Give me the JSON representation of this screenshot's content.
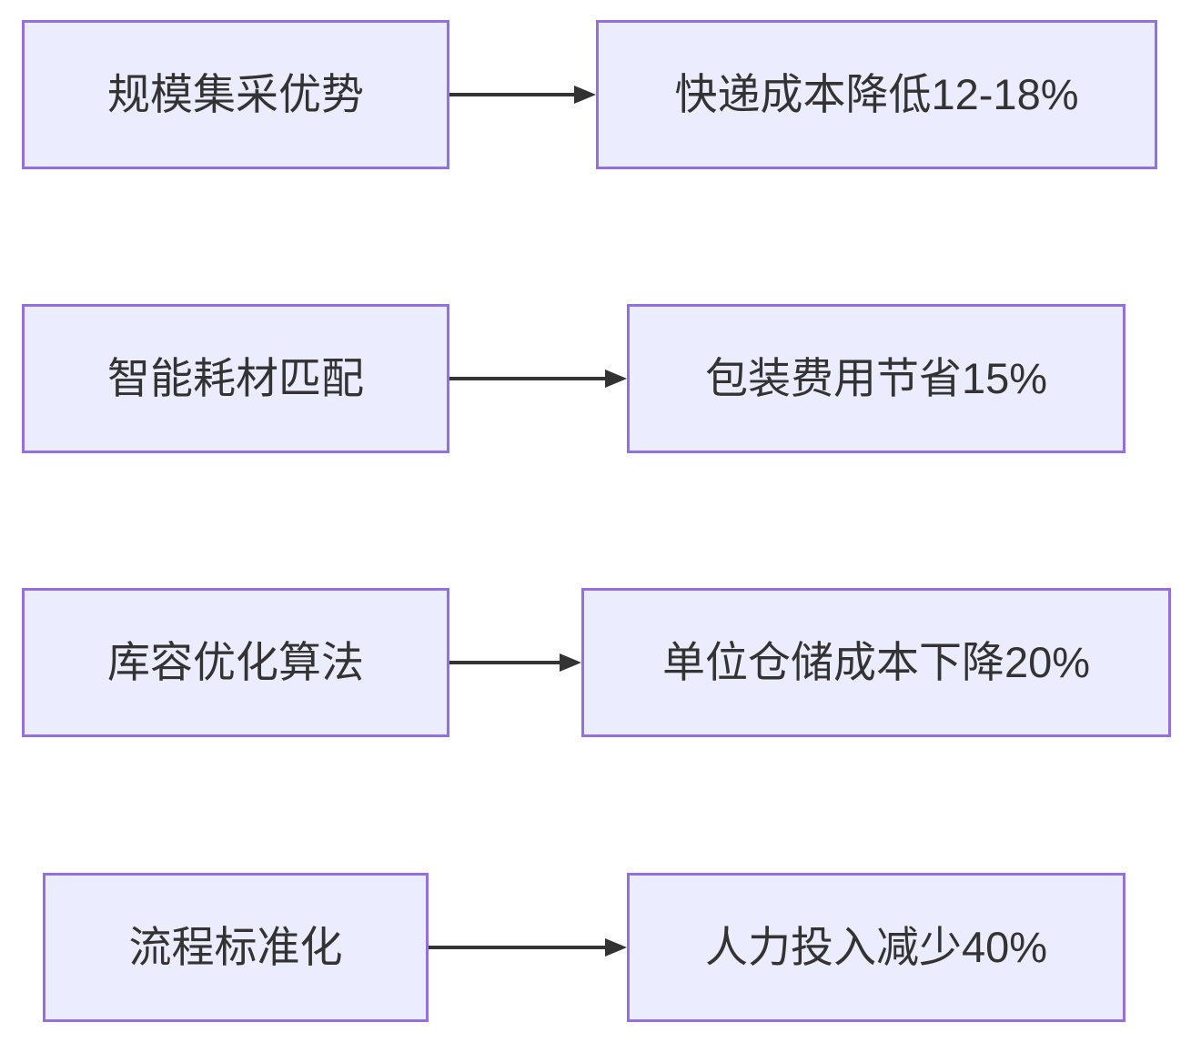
{
  "diagram": {
    "type": "flowchart-left-to-right",
    "rows": [
      {
        "cause": "规模集采优势",
        "effect": "快递成本降低12-18%"
      },
      {
        "cause": "智能耗材匹配",
        "effect": "包装费用节省15%"
      },
      {
        "cause": "库容优化算法",
        "effect": "单位仓储成本下降20%"
      },
      {
        "cause": "流程标准化",
        "effect": "人力投入减少40%"
      }
    ],
    "colors": {
      "node_fill": "#ECECFF",
      "node_border": "#9370DB",
      "connector": "#333333",
      "text": "#333333",
      "background": "#FFFFFF"
    }
  }
}
